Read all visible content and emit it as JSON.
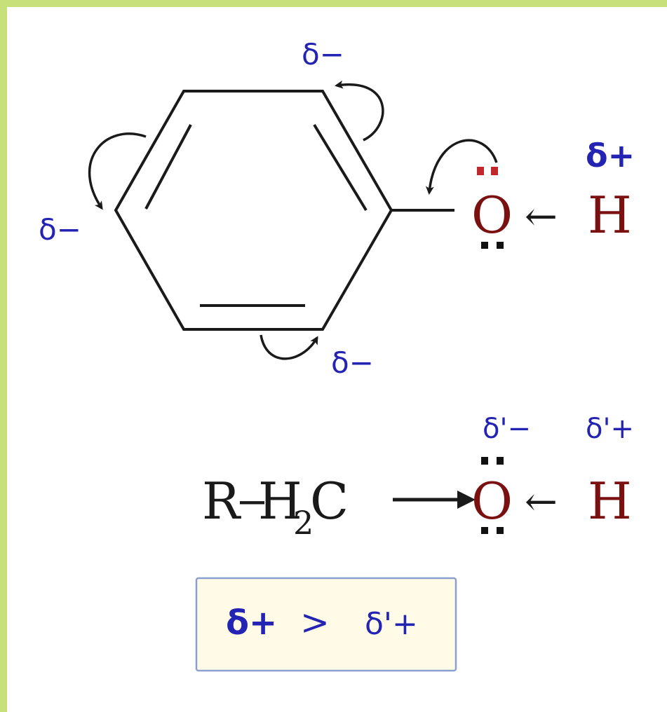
{
  "colors": {
    "border": "#c8e07a",
    "bond": "#1a1a1a",
    "partial_charge": "#2424b4",
    "atom": "#7a1010",
    "lone_pair_red": "#c0282c",
    "lone_pair_black": "#111111",
    "box_fill": "#fffbe6",
    "box_stroke": "#8aa0d0"
  },
  "phenol": {
    "delta_top": "δ−",
    "delta_left": "δ−",
    "delta_bottom": "δ−",
    "delta_h": "δ+",
    "oxygen": "O",
    "hydrogen": "H",
    "arrow_to_o": "←"
  },
  "alcohol": {
    "r_group": "R",
    "dash": "−",
    "h": "H",
    "subscript": "2",
    "c": "C",
    "oxygen": "O",
    "hydrogen": "H",
    "arrow_to_o": "←",
    "delta_o": "δ'−",
    "delta_h": "δ'+"
  },
  "comparison": {
    "left": "δ+",
    "operator": ">",
    "right": "δ'+"
  }
}
